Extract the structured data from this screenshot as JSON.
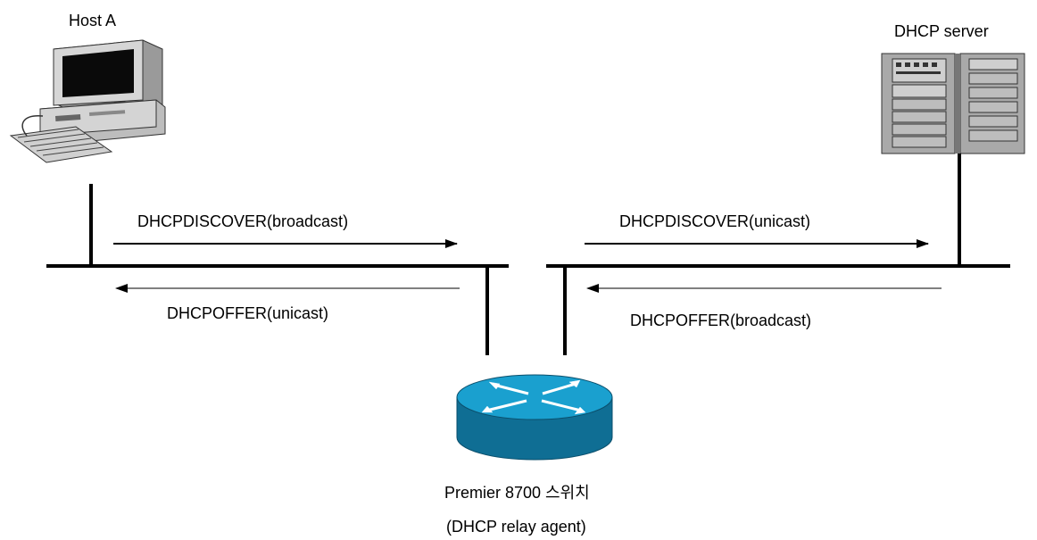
{
  "host": {
    "label": "Host A"
  },
  "server": {
    "label": "DHCP server"
  },
  "relay": {
    "name": "Premier 8700 스위치",
    "role": "(DHCP relay agent)"
  },
  "messages": {
    "left_top": "DHCPDISCOVER(broadcast)",
    "left_bottom": "DHCPOFFER(unicast)",
    "right_top": "DHCPDISCOVER(unicast)",
    "right_bottom": "DHCPOFFER(broadcast)"
  },
  "colors": {
    "line": "#000000",
    "router_top": "#1aa0cf",
    "router_side": "#0f6e94",
    "server_body": "#b0b0b0",
    "monitor_body": "#c8c8c8"
  }
}
